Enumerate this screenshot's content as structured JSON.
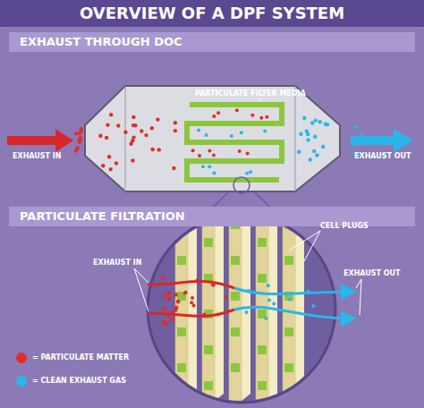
{
  "diagram": {
    "title": "OVERVIEW OF A DPF SYSTEM",
    "nodes": [
      {
        "text": [
          "EXHAUST THROUGH DOC"
        ]
      },
      {
        "text": [
          "PARTICULATE FILTRATION"
        ]
      }
    ],
    "labels": [
      "PARTICULATE FILTER MEDIA",
      "EXHAUST IN",
      "EXHAUST OUT",
      "CELL PLUGS",
      "EXHAUST IN",
      "EXHAUST OUT"
    ],
    "legend": [
      {
        "text": "= PARTICULATE MATTER",
        "color": "#e32b2b"
      },
      {
        "text": "= CLEAN EXHAUST GAS",
        "color": "#29b6ea"
      }
    ]
  }
}
